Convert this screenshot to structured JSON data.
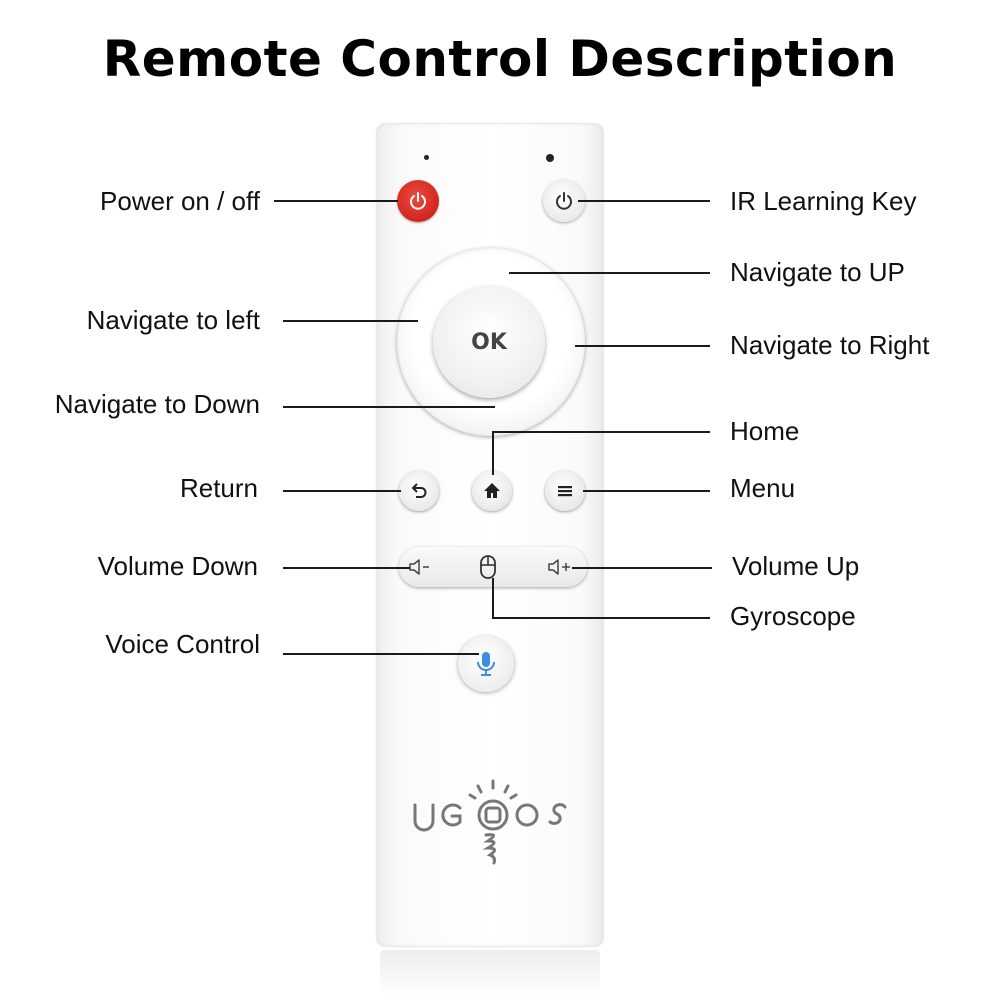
{
  "title": "Remote Control Description",
  "labels": {
    "power": "Power on / off",
    "ir_learning": "IR Learning Key",
    "nav_up": "Navigate to UP",
    "nav_left": "Navigate to left",
    "nav_right": "Navigate to Right",
    "nav_down": "Navigate to Down",
    "home": "Home",
    "return": "Return",
    "menu": "Menu",
    "volume_down": "Volume Down",
    "volume_up": "Volume Up",
    "gyroscope": "Gyroscope",
    "voice": "Voice Control"
  },
  "remote": {
    "ok_label": "OK",
    "brand": "UGOOS"
  },
  "colors": {
    "power_button": "#d9291f",
    "voice_icon": "#3a8fe0",
    "lines": "#1a1a1a"
  },
  "icons": [
    "power-icon",
    "home-icon",
    "return-icon",
    "menu-icon",
    "volume-down-icon",
    "volume-up-icon",
    "mouse-icon",
    "microphone-icon"
  ]
}
